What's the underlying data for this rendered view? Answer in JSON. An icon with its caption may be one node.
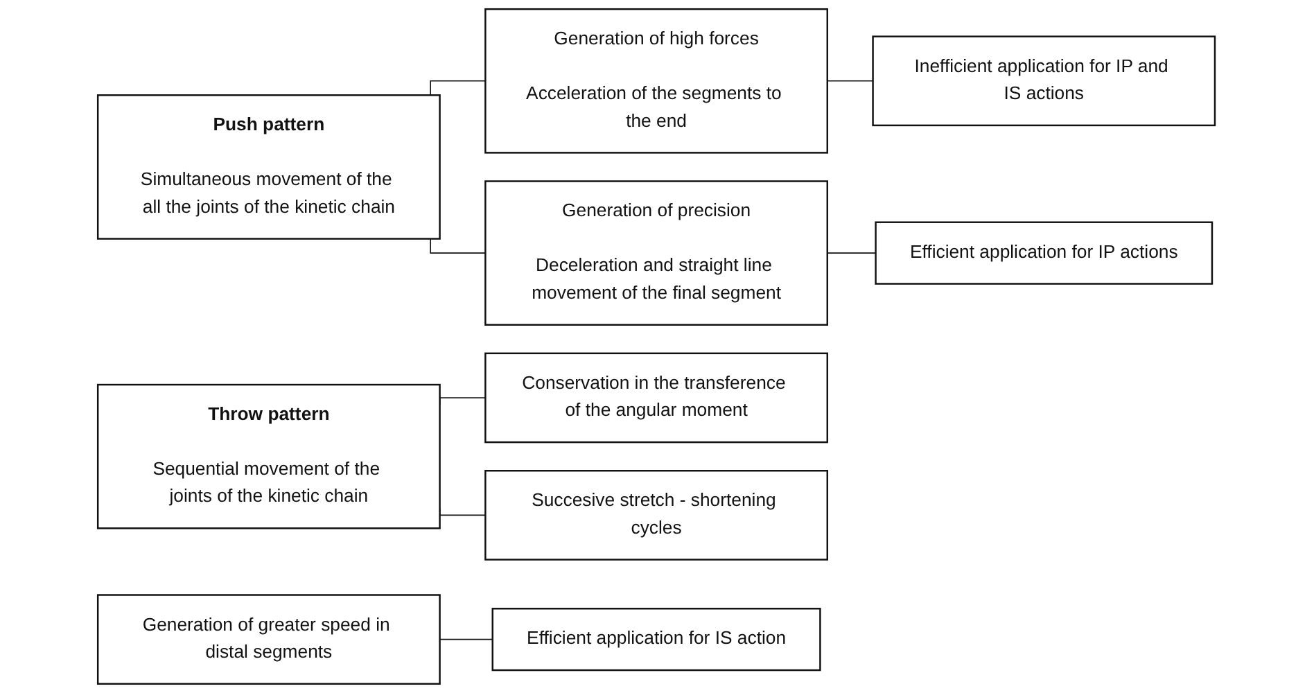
{
  "diagram": {
    "nodes": [
      {
        "text": [
          "Push pattern",
          "Simultaneous movement of the all the joints of the kinetic chain"
        ]
      },
      {
        "text": [
          "Generation of high forces",
          "Acceleration of the segments to the end"
        ]
      },
      {
        "text": [
          "Generation of precision",
          "Deceleration and straight line movement of the final segment"
        ]
      },
      {
        "text": [
          "Inefficient application for IP and IS actions"
        ]
      },
      {
        "text": [
          "Efficient application for IP actions"
        ]
      },
      {
        "text": [
          "Throw pattern",
          "Sequential movement of the joints of the kinetic chain"
        ]
      },
      {
        "text": [
          "Conservation in the transference of the angular moment"
        ]
      },
      {
        "text": [
          "Succesive stretch - shortening cycles"
        ]
      },
      {
        "text": [
          "Generation of greater speed in distal segments"
        ]
      },
      {
        "text": [
          "Efficient application for IS action"
        ]
      }
    ],
    "edges": [
      {
        "from": 0,
        "to": 1,
        "arrow": "none"
      },
      {
        "from": 0,
        "to": 2,
        "arrow": "none"
      },
      {
        "from": 1,
        "to": 3,
        "arrow": "none"
      },
      {
        "from": 2,
        "to": 4,
        "arrow": "none"
      },
      {
        "from": 5,
        "to": 6,
        "arrow": "none"
      },
      {
        "from": 5,
        "to": 7,
        "arrow": "none"
      },
      {
        "from": 8,
        "to": 9,
        "arrow": "none"
      }
    ]
  }
}
